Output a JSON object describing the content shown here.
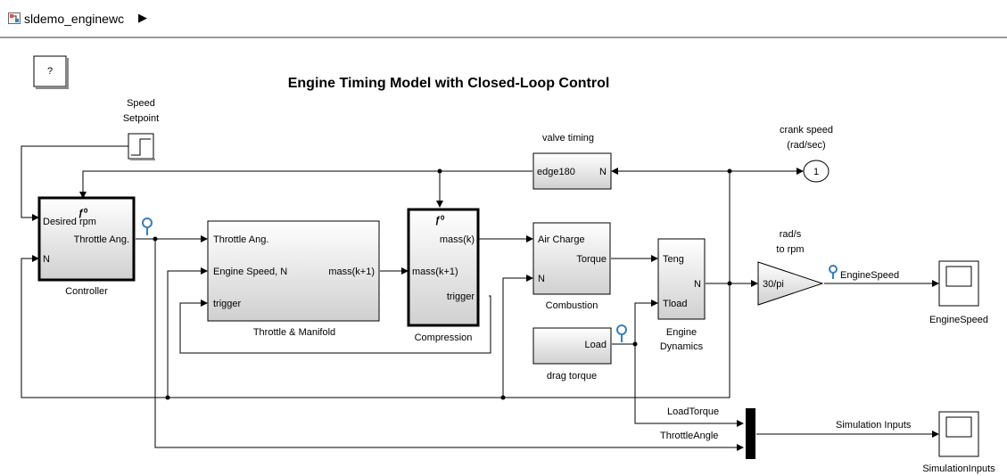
{
  "breadcrumb": {
    "model_name": "sldemo_enginewc",
    "arrow": "▶"
  },
  "help_button": {
    "label": "?"
  },
  "diagram_title": "Engine Timing Model with Closed-Loop Control",
  "blocks": {
    "speed_setpoint": {
      "label_line1": "Speed",
      "label_line2": "Setpoint"
    },
    "controller": {
      "name": "Controller",
      "port_desired": "Desired rpm",
      "port_n": "N",
      "port_throttle": "Throttle Ang.",
      "trigger_icon": "ƒ⁰"
    },
    "throttle_manifold": {
      "name": "Throttle & Manifold",
      "port_throttle": "Throttle Ang.",
      "port_speed": "Engine Speed, N",
      "port_trigger": "trigger",
      "port_out": "mass(k+1)"
    },
    "compression": {
      "name": "Compression",
      "port_massk": "mass(k)",
      "port_massk1": "mass(k+1)",
      "port_trigger": "trigger",
      "trigger_icon": "ƒ⁰"
    },
    "valve_timing": {
      "name": "valve timing",
      "port_in": "edge180",
      "port_out": "N"
    },
    "combustion": {
      "name": "Combustion",
      "port_air": "Air Charge",
      "port_n": "N",
      "port_torque": "Torque"
    },
    "drag_torque": {
      "name": "drag torque",
      "port_out": "Load"
    },
    "engine_dynamics": {
      "name_line1": "Engine",
      "name_line2": "Dynamics",
      "port_teng": "Teng",
      "port_tload": "Tload",
      "port_n": "N"
    },
    "gain": {
      "value": "30/pi",
      "label_line1": "rad/s",
      "label_line2": "to rpm"
    },
    "outport": {
      "number": "1",
      "label_line1": "crank speed",
      "label_line2": "(rad/sec)"
    },
    "scope_engine": {
      "name": "EngineSpeed"
    },
    "scope_sim": {
      "name": "SimulationInputs"
    }
  },
  "signals": {
    "engine_speed": "EngineSpeed",
    "load_torque": "LoadTorque",
    "throttle_angle": "ThrottleAngle",
    "simulation_inputs": "Simulation Inputs"
  },
  "colors": {
    "block_top": "#ffffff",
    "block_bottom": "#d4d4d4",
    "testpoint": "#3a7fb7",
    "toolbar_rule": "#9a9a9a"
  }
}
